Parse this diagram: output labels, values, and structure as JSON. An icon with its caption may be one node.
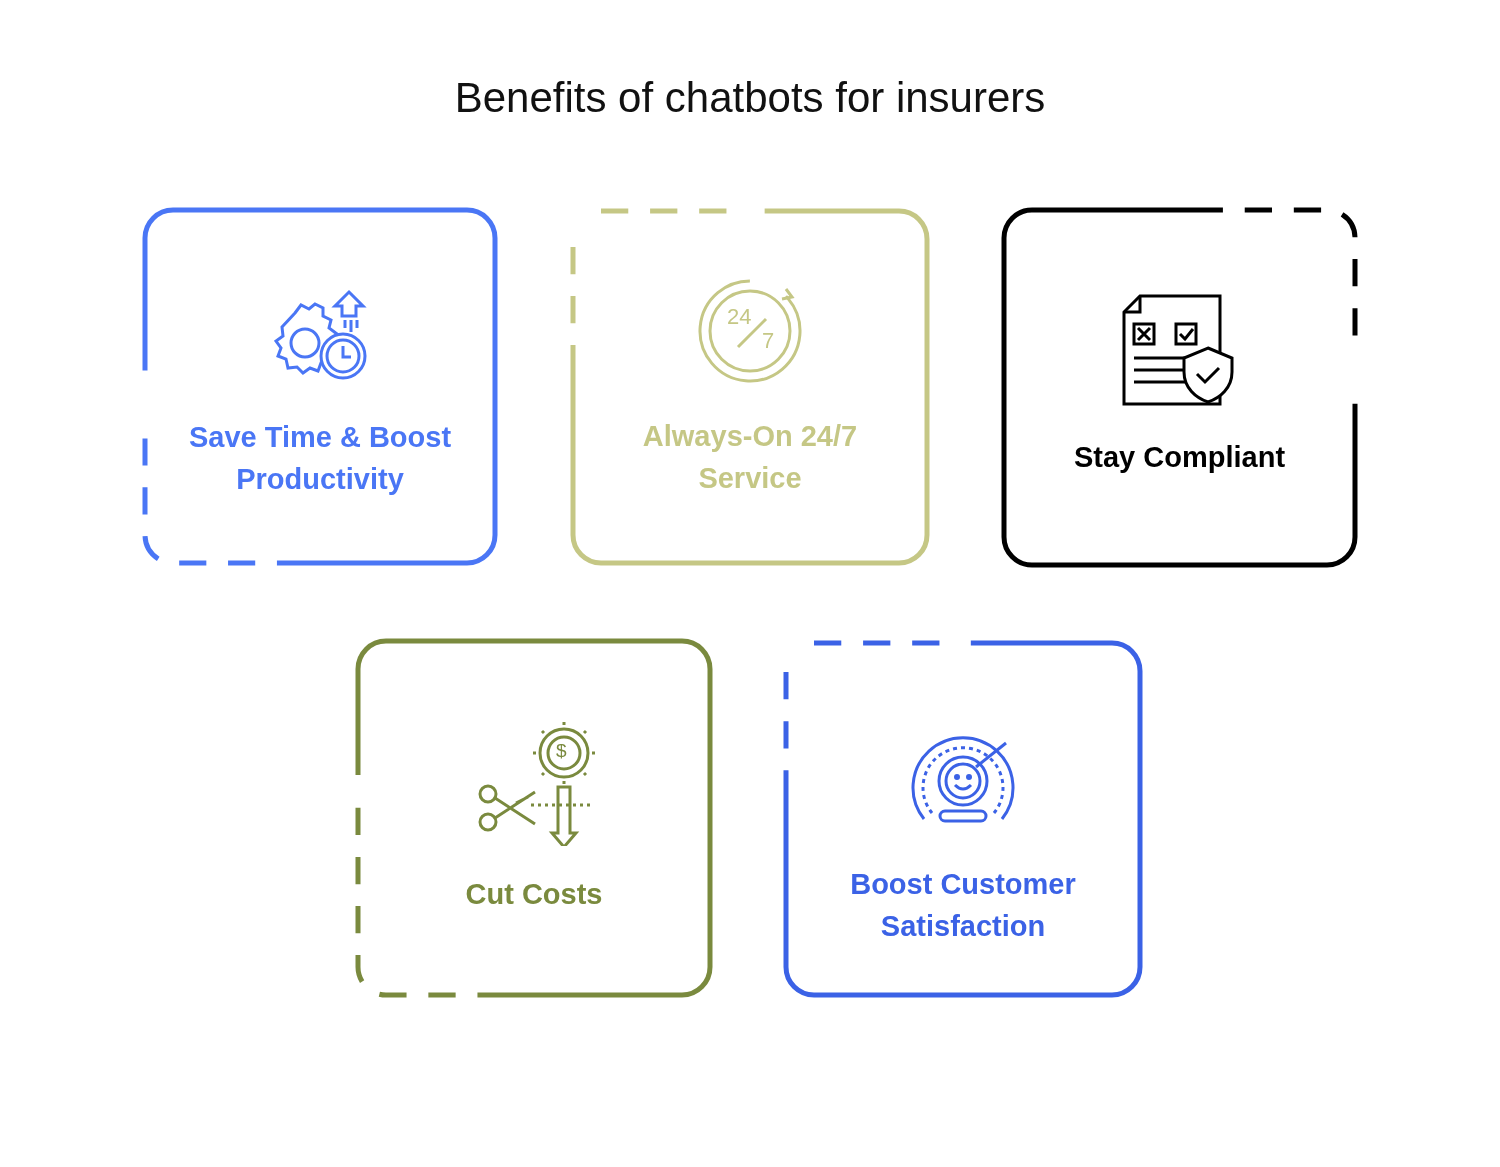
{
  "diagram": {
    "title": "Benefits of chatbots for insurers",
    "nodes": [
      {
        "text": [
          "Save Time & Boost Productivity"
        ]
      },
      {
        "text": [
          "Always-On 24/7 Service"
        ]
      },
      {
        "text": [
          "Stay Compliant"
        ]
      },
      {
        "text": [
          "Cut Costs"
        ]
      },
      {
        "text": [
          "Boost Customer Satisfaction"
        ]
      }
    ],
    "labels": [
      "24",
      "7",
      "$"
    ]
  }
}
